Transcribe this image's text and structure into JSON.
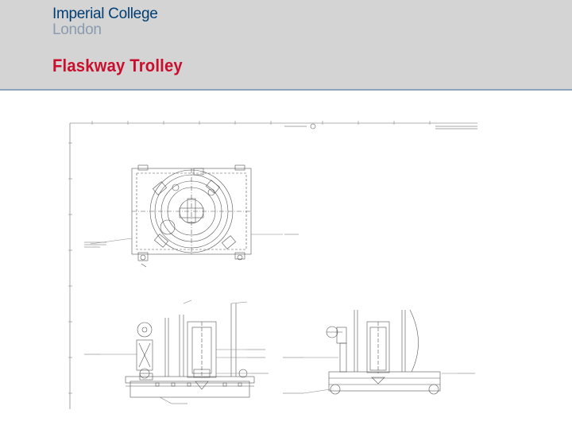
{
  "logo": {
    "line1": "Imperial College",
    "line2": "London"
  },
  "slide": {
    "title": "Flaskway Trolley"
  },
  "figure": {
    "kind": "engineering-drawing",
    "views": [
      "plan-view",
      "front-elevation",
      "side-elevation"
    ]
  },
  "colors": {
    "header_bg": "#d4d4d4",
    "header_rule": "#8aa3c0",
    "logo_primary": "#003e74",
    "logo_secondary": "#8b9bb0",
    "title": "#c8102e"
  }
}
